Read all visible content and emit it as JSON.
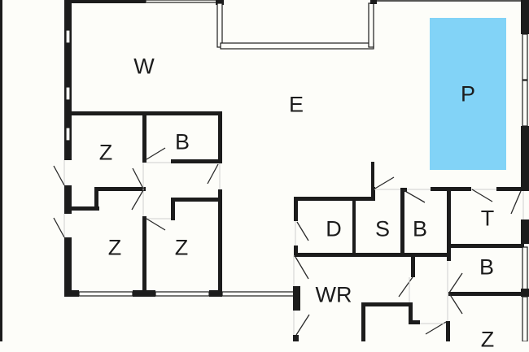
{
  "diagram": {
    "type": "floor-plan",
    "colors": {
      "background": "#fdfdf9",
      "walls": "#1c1c1c",
      "pool": "#82d3f7"
    },
    "rooms": [
      {
        "id": "living",
        "label": "W"
      },
      {
        "id": "dining",
        "label": "E"
      },
      {
        "id": "pool",
        "label": "P"
      },
      {
        "id": "bedroom-1",
        "label": "Z"
      },
      {
        "id": "bathroom-1",
        "label": "B"
      },
      {
        "id": "bedroom-2",
        "label": "Z"
      },
      {
        "id": "bedroom-3",
        "label": "Z"
      },
      {
        "id": "shower",
        "label": "D"
      },
      {
        "id": "sauna",
        "label": "S"
      },
      {
        "id": "bathroom-2",
        "label": "B"
      },
      {
        "id": "toilet",
        "label": "T"
      },
      {
        "id": "bathroom-3",
        "label": "B"
      },
      {
        "id": "utility",
        "label": "WR"
      },
      {
        "id": "bedroom-4",
        "label": "Z"
      }
    ]
  }
}
